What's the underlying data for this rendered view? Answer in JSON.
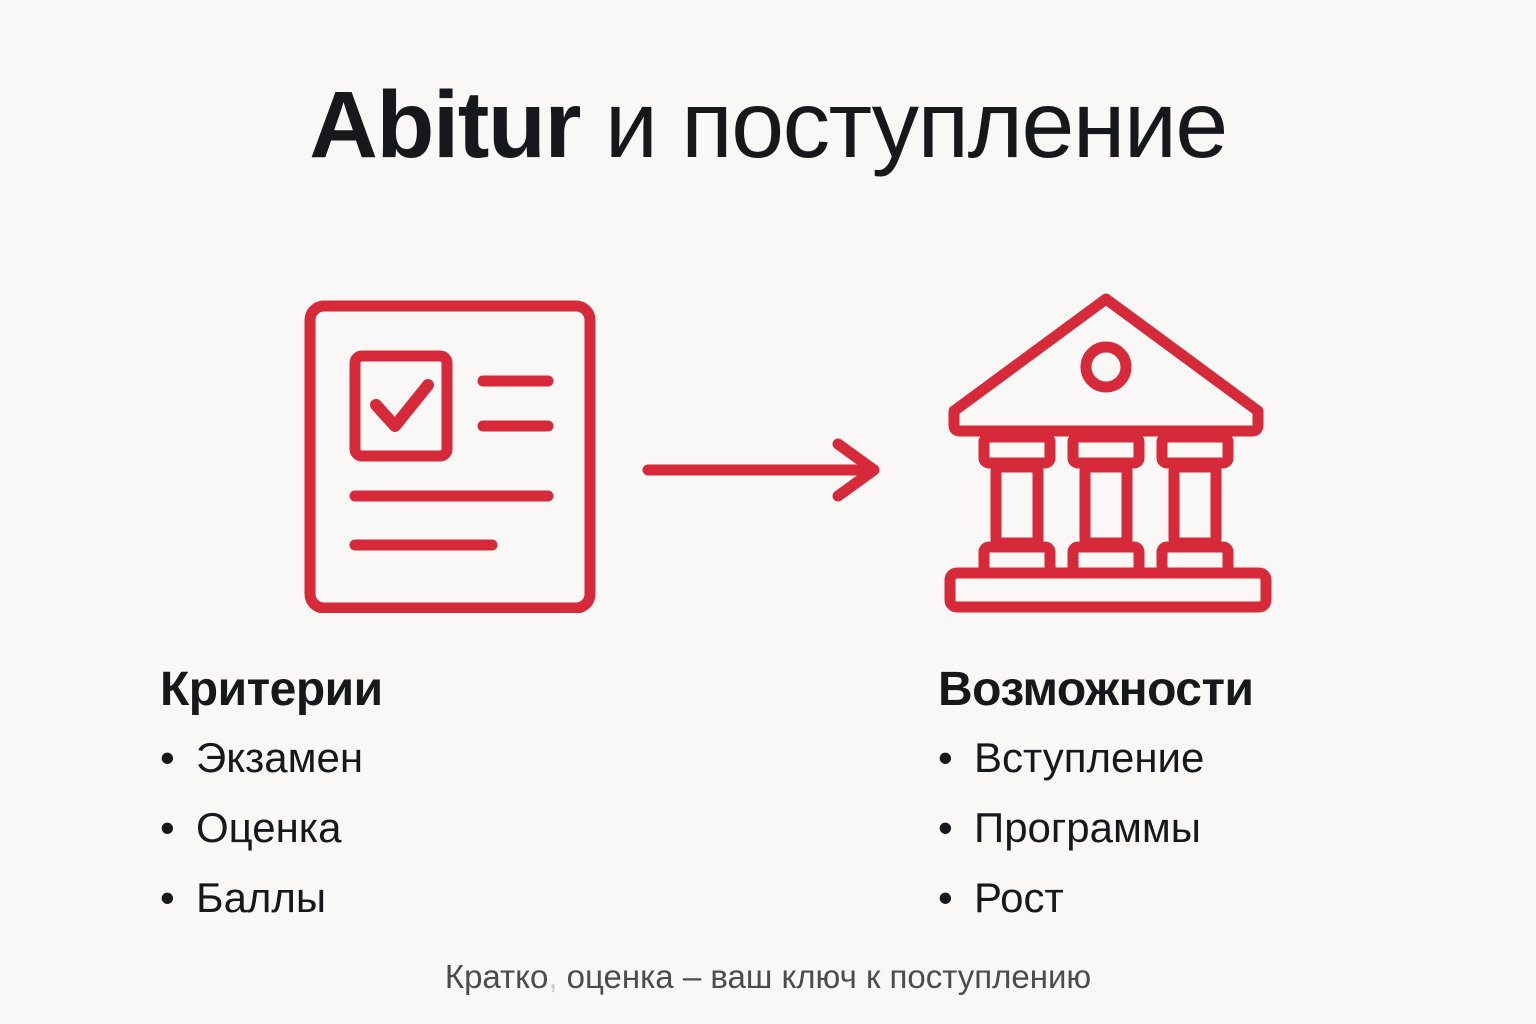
{
  "theme": {
    "background": "#f9f8f6",
    "accent_red": "#d6293a",
    "text_dark": "#16181c",
    "text_muted": "#4c4c4c"
  },
  "title": {
    "strong_part": "Abitur",
    "normal_part": " и поступление",
    "full": "Abitur и поступление"
  },
  "icons": {
    "left": "document-checklist-icon",
    "middle": "right-arrow-icon",
    "right": "university-building-icon"
  },
  "columns": {
    "left": {
      "heading": "Критерии",
      "bullet_char": "•",
      "items": [
        "Экзамен",
        "Оценка",
        "Баллы"
      ]
    },
    "right": {
      "heading": "Возможности",
      "bullet_char": "•",
      "items": [
        "Вступление",
        "Программы",
        "Рост"
      ]
    }
  },
  "footer": {
    "text_before_mark": "Кратко",
    "mark": ",",
    "text_after_mark": " оценка – ваш ключ к поступлению",
    "full": "Кратко, оценка – ваш ключ к поступлению"
  }
}
